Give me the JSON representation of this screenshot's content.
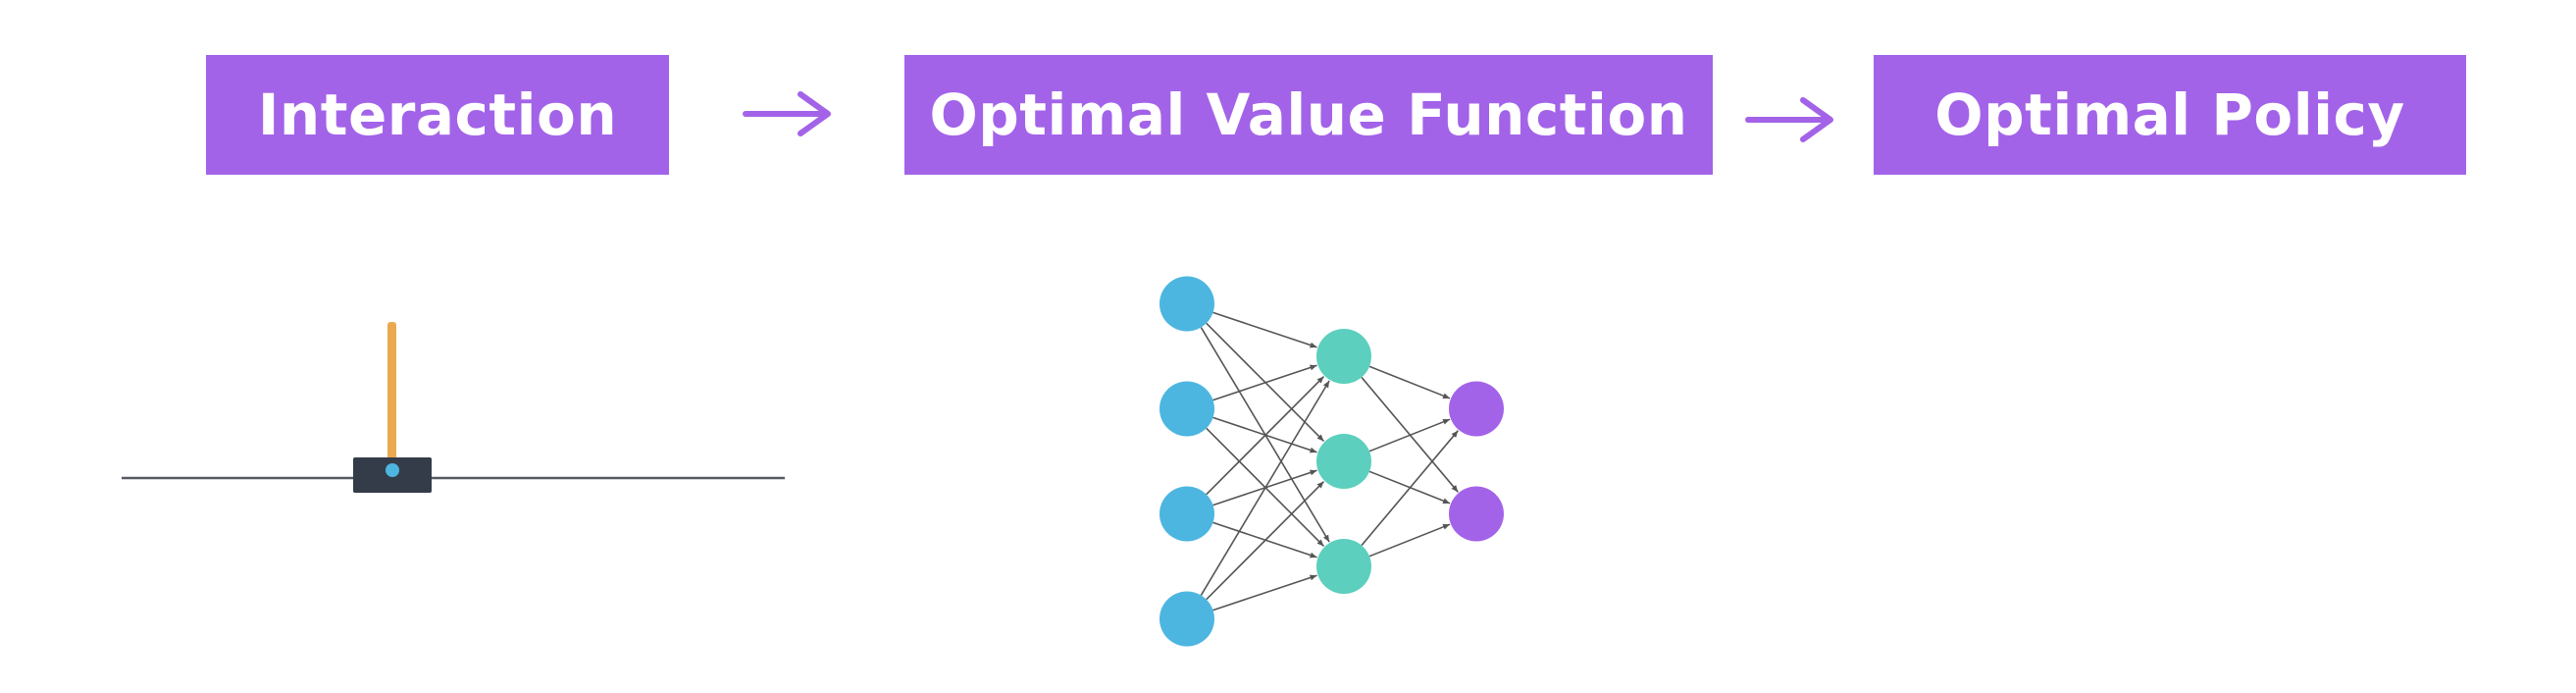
{
  "pipeline": {
    "stages": [
      {
        "label": "Interaction"
      },
      {
        "label": "Optimal Value Function"
      },
      {
        "label": "Optimal Policy"
      }
    ]
  },
  "colors": {
    "stage_box": "#a363e8",
    "arrow": "#a363e8",
    "pole": "#eba94f",
    "cart": "#353c49",
    "track": "#555a62",
    "input_nodes": "#4db6e0",
    "hidden_nodes": "#5ccfbe",
    "output_nodes": "#a363e8",
    "edges": "#555555"
  },
  "icons": {
    "cartpole": "cartpole-environment-icon",
    "network": "neural-network-icon"
  },
  "network": {
    "layers": [
      4,
      3,
      2
    ]
  }
}
